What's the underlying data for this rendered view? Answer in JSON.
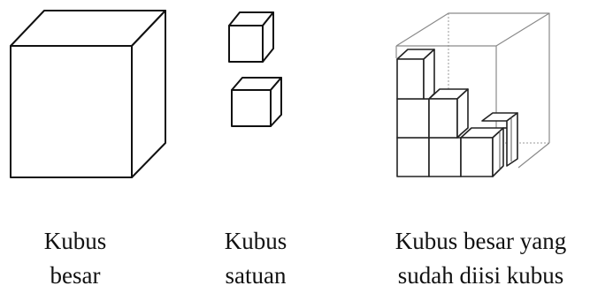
{
  "captions": {
    "big_cube": [
      "Kubus",
      "besar"
    ],
    "unit_cube": [
      "Kubus",
      "satuan"
    ],
    "filled_cube": [
      "Kubus besar yang",
      "sudah diisi kubus"
    ]
  },
  "colors": {
    "stroke": "#111111",
    "faint_stroke": "#9a9a9a",
    "text": "#111111",
    "background": "#ffffff"
  }
}
